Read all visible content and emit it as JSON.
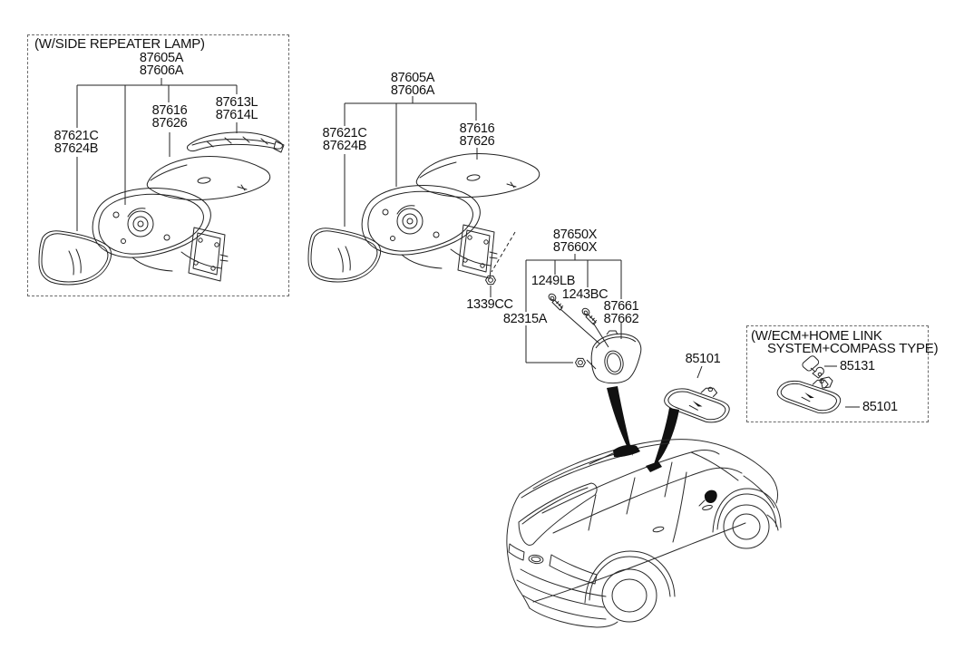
{
  "left_box": {
    "title": "(W/SIDE REPEATER LAMP)",
    "parts": {
      "mirror_assembly": "87605A\n87606A",
      "cover_cap": "87616\n87626",
      "repeater_lamp": "87613L\n87614L",
      "mirror_glass": "87621C\n87624B"
    }
  },
  "main_assembly": {
    "parts": {
      "mirror_assembly": "87605A\n87606A",
      "mirror_glass": "87621C\n87624B",
      "cover_cap": "87616\n87626",
      "nut": "1339CC"
    }
  },
  "quadrant_group": {
    "parts": {
      "assembly": "87650X\n87660X",
      "screw_a": "1249LB",
      "screw_b": "1243BC",
      "corner_cover": "87661\n87662",
      "garnish": "82315A"
    }
  },
  "inside_mirror": {
    "label": "85101"
  },
  "ecm_box": {
    "title_line1": "(W/ECM+HOME LINK",
    "title_line2": "SYSTEM+COMPASS TYPE)",
    "parts": {
      "sensor": "85131",
      "mirror": "85101"
    }
  },
  "colors": {
    "line": "#222222",
    "solid_fill": "#111111"
  }
}
